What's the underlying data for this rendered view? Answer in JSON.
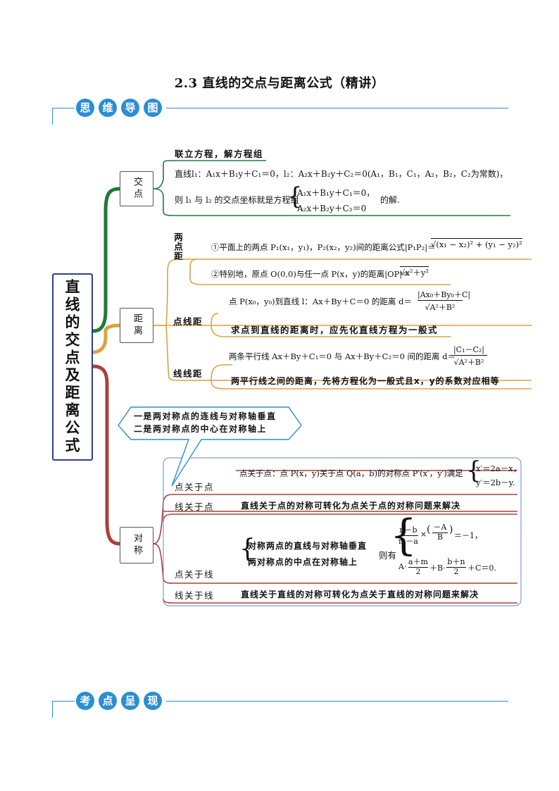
{
  "title": "2.3  直线的交点与距离公式（精讲）",
  "sections": {
    "mindmap": [
      "思",
      "维",
      "导",
      "图"
    ],
    "exam": [
      "考",
      "点",
      "呈",
      "现"
    ]
  },
  "root": "直线的交点及距离公式",
  "branches": {
    "intersection": {
      "label": "交点",
      "heading": "联立方程，解方程组",
      "line1": "直线l₁：A₁x＋B₁y＋C₁＝0，l₂：A₂x＋B₂y＋C₂＝0(A₁，B₁，C₁，A₂，B₂，C₂为常数)，",
      "line2_pre": "则 l₁ 与 l₂ 的交点坐标就是方程组",
      "eq1": "A₁x＋B₁y＋C₁＝0，",
      "eq2": "A₂x＋B₂y＋C₂＝0",
      "line2_post": "的解."
    },
    "distance": {
      "label": "距离",
      "two_points_label": "两点距",
      "tp1": "①平面上的两点 P₁(x₁，y₁)，P₂(x₂，y₂)间的距离公式|P₁P₂|＝",
      "tp1_formula": "√(x₁ − x₂)² + (y₁ − y₂)²",
      "tp2": "②特别地，原点 O(0,0)与任一点 P(x，y)的距离|OP|＝",
      "tp2_formula": "√x²＋y²",
      "pl_label": "点线距",
      "pl1": "点 P(x₀，y₀)到直线 l：Ax＋By＋C＝0 的距离 d＝",
      "pl1_num": "|Ax₀＋By₀＋C|",
      "pl1_den": "√A²＋B²",
      "pl2": "求点到直线的距离时，应先化直线方程为一般式",
      "ll_label": "线线距",
      "ll1": "两条平行线 Ax＋By＋C₁＝0 与 Ax＋By＋C₂＝0 间的距离 d＝",
      "ll1_num": "|C₁－C₂|",
      "ll1_den": "√A²＋B²",
      "ll2": "两平行线之间的距离，先将方程化为一般式且x，y的系数对应相等"
    },
    "symmetry": {
      "label": "对称",
      "callout1": "一是两对称点的连线与对称轴垂直",
      "callout2": "二是两对称点的中心在对称轴上",
      "pp_label": "点关于点",
      "pp1": "点关于点：点 P(x，y)关于点 Q(a，b)的对称点 P′(x′，y′)满足",
      "pp_eq1": "x′＝2a－x，",
      "pp_eq2": "y′＝2b－y.",
      "lp_label": "线关于点",
      "lp1": "直线关于点的对称可转化为点关于点的对称问题来解决",
      "pl_label": "点关于线",
      "pl_c1": "对称两点的直线与对称轴垂直",
      "pl_c2": "两对称点的中点在对称轴上",
      "pl_then": "则有",
      "pl_f1_num": "n－b",
      "pl_f1_den": "m－a",
      "pl_f1_mid": "×",
      "pl_f1_num2": "－A",
      "pl_f1_den2": "B",
      "pl_f1_tail": "＝－1，",
      "pl_f2_a": "A·",
      "pl_f2_num1": "a＋m",
      "pl_f2_den1": "2",
      "pl_f2_b": "＋B·",
      "pl_f2_num2": "b＋n",
      "pl_f2_den2": "2",
      "pl_f2_tail": "＋C＝0.",
      "ll_label": "线关于线",
      "ll1": "直线关于直线的对称可转化为点关于直线的对称问题来解决"
    }
  },
  "colors": {
    "accent": "#2a8ed3",
    "branch_green": "#1f7a3a",
    "branch_gold": "#d9a441",
    "branch_red": "#a8423d",
    "root_border": "#2f3c96"
  }
}
